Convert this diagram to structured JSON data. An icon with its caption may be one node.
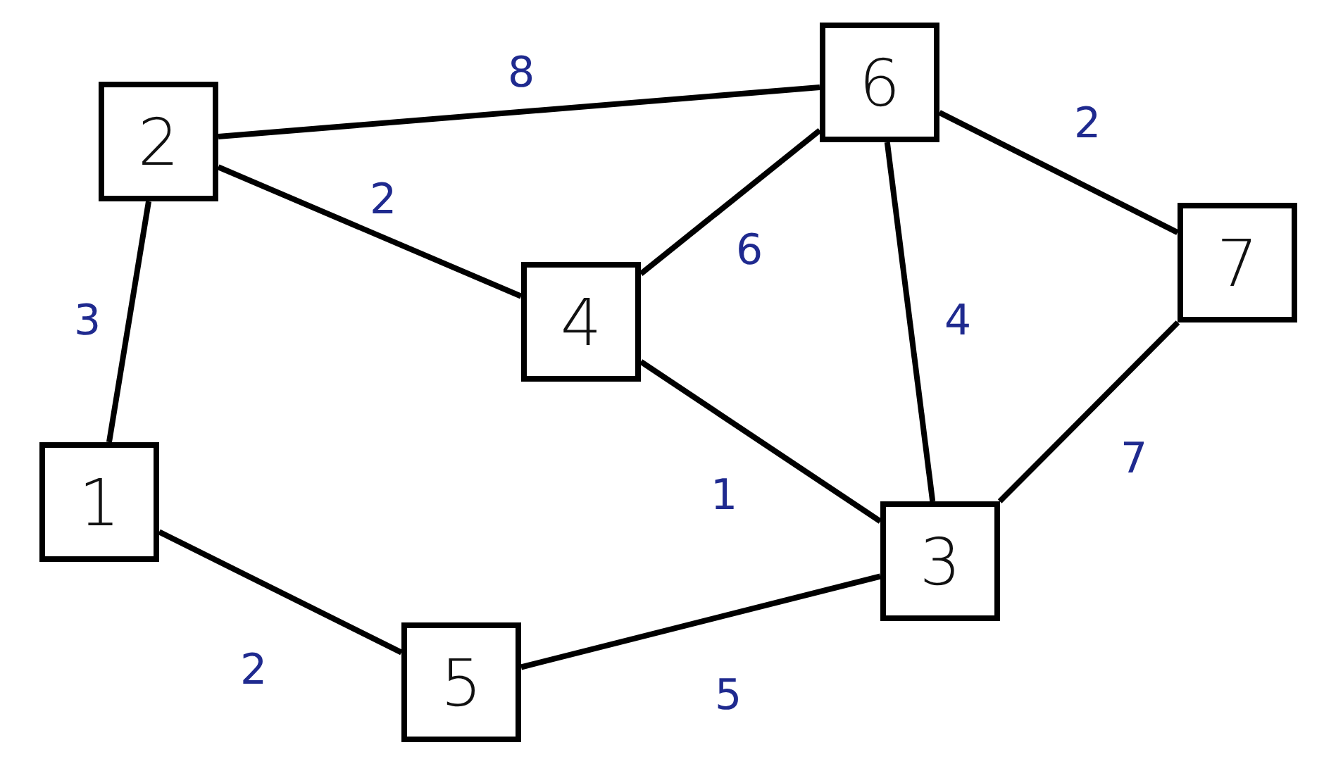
{
  "diagram": {
    "nodes": [
      {
        "text": [
          "6"
        ]
      },
      {
        "text": [
          "2"
        ]
      },
      {
        "text": [
          "7"
        ]
      },
      {
        "text": [
          "4"
        ]
      },
      {
        "text": [
          "1"
        ]
      },
      {
        "text": [
          "3"
        ]
      },
      {
        "text": [
          "5"
        ]
      }
    ],
    "edges": [
      {
        "from": 1,
        "to": 0,
        "arrow": "none",
        "label": "8"
      },
      {
        "from": 1,
        "to": 3,
        "arrow": "none",
        "label": "2"
      },
      {
        "from": 3,
        "to": 0,
        "arrow": "none",
        "label": "6"
      },
      {
        "from": 0,
        "to": 2,
        "arrow": "none",
        "label": "2"
      },
      {
        "from": 0,
        "to": 5,
        "arrow": "none",
        "label": "4"
      },
      {
        "from": 1,
        "to": 4,
        "arrow": "none",
        "label": "3"
      },
      {
        "from": 3,
        "to": 5,
        "arrow": "none",
        "label": "1"
      },
      {
        "from": 2,
        "to": 5,
        "arrow": "none",
        "label": "7"
      },
      {
        "from": 4,
        "to": 6,
        "arrow": "none",
        "label": "2"
      },
      {
        "from": 6,
        "to": 5,
        "arrow": "none",
        "label": "5"
      }
    ]
  }
}
